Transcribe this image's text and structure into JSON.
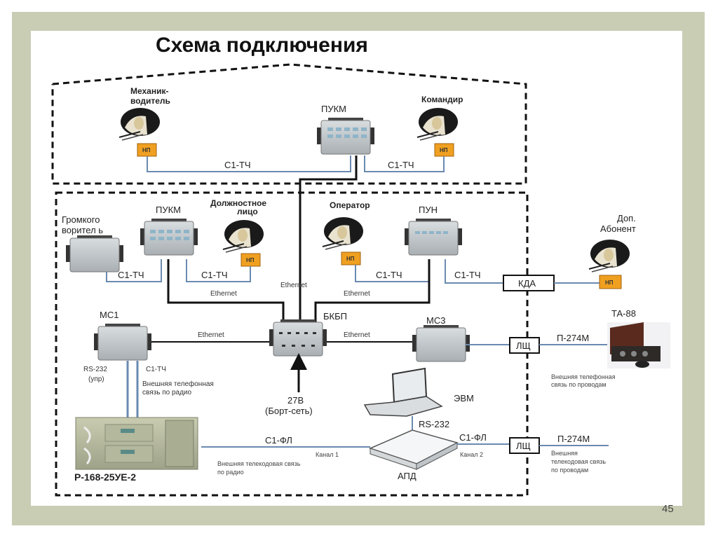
{
  "slide": {
    "title": "Схема подключения",
    "page_number": "45"
  },
  "colors": {
    "frame": "#c8cdb4",
    "np_box": "#f0a020",
    "blue_line": "#6a8ab0",
    "black_line": "#111111"
  },
  "top_zone": {
    "persons": [
      {
        "label_line1": "Механик-",
        "label_line2": "водитель",
        "box": "НП",
        "icon": "headset-helmet-icon"
      },
      {
        "label_line1": "Командир",
        "label_line2": "",
        "box": "НП",
        "icon": "headset-helmet-icon"
      }
    ],
    "device": {
      "label": "ПУКМ",
      "icon": "control-unit-icon"
    },
    "links": [
      "С1-ТЧ",
      "С1-ТЧ"
    ]
  },
  "bottom_zone": {
    "loudspeaker": {
      "label_line1": "Громкого",
      "label_line2": "ворител ь"
    },
    "pukm": {
      "label": "ПУКМ"
    },
    "official": {
      "label_line1": "Должностное",
      "label_line2": "лицо",
      "box": "НП"
    },
    "operator": {
      "label": "Оператор",
      "box": "НП"
    },
    "pun": {
      "label": "ПУН"
    },
    "extra_subscriber": {
      "label_line1": "Доп.",
      "label_line2": "Абонент",
      "box": "НП"
    },
    "kda": {
      "label": "КДА"
    },
    "links_row1": [
      "С1-ТЧ",
      "С1-ТЧ",
      "С1-ТЧ",
      "С1-ТЧ"
    ],
    "ethernet_labels": [
      "Ethernet",
      "Ethernet",
      "Ethernet",
      "Ethernet",
      "Ethernet"
    ],
    "bkbp": {
      "label": "БКБП"
    },
    "mc1": {
      "label": "МС1"
    },
    "mc3": {
      "label": "МС3"
    },
    "power": {
      "line1": "27В",
      "line2": "(Борт-сеть)"
    },
    "mc1_links": {
      "rs232": "RS-232",
      "upr": "(упр)",
      "c1tch": "С1-ТЧ",
      "desc1": "Внешняя телефонная",
      "desc2": "связь по радио"
    },
    "radio": {
      "label": "Р-168-25УЕ-2"
    },
    "radio_link": {
      "label": "С1-ФЛ",
      "channel": "Канал 1",
      "desc1": "Внешняя телекодовая связь",
      "desc2": "по радио"
    },
    "computer": {
      "label": "ЭВМ",
      "link": "RS-232"
    },
    "apd": {
      "label": "АПД",
      "link": "С1-ФЛ",
      "channel": "Канал 2"
    }
  },
  "external": {
    "lsch1": {
      "label": "ЛЩ"
    },
    "lsch2": {
      "label": "ЛЩ"
    },
    "ta88": {
      "label": "ТА-88",
      "cable": "П-274М",
      "desc1": "Внешняя телефонная",
      "desc2": "связь по проводам"
    },
    "wire2": {
      "cable": "П-274М",
      "desc1": "Внешняя",
      "desc2": "телекодовая связь",
      "desc3": "по проводам"
    }
  }
}
